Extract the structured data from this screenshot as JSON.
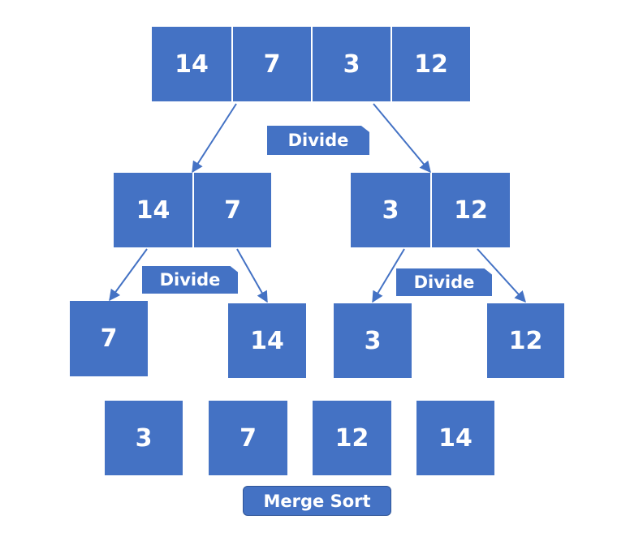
{
  "top_array": [
    "14",
    "7",
    "3",
    "12"
  ],
  "level2": {
    "left": [
      "14",
      "7"
    ],
    "right": [
      "3",
      "12"
    ]
  },
  "level3": [
    "7",
    "14",
    "3",
    "12"
  ],
  "merged": [
    "3",
    "7",
    "12",
    "14"
  ],
  "labels": {
    "divide_top": "Divide",
    "divide_left": "Divide",
    "divide_right": "Divide",
    "merge_sort": "Merge Sort"
  },
  "colors": {
    "box_fill": "#4472c4",
    "arrow": "#4472c4",
    "text": "#ffffff"
  }
}
